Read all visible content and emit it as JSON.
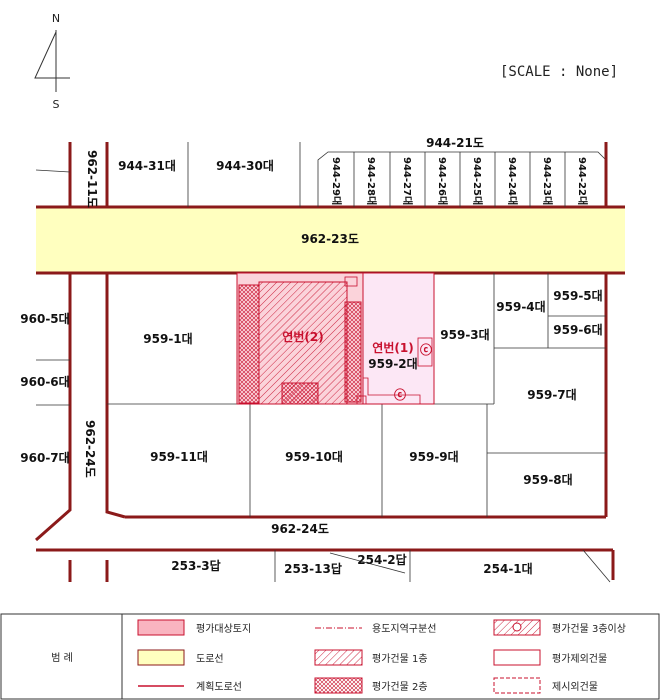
{
  "compass": {
    "north": "N",
    "south": "S"
  },
  "scale_text": "[SCALE : None]",
  "roads": {
    "top_road": "944-21도",
    "main_road": "962-23도",
    "left_top_road": "962-11도",
    "left_mid_road": "962-24도",
    "bottom_road": "962-24도"
  },
  "parcels": {
    "p944_31": "944-31대",
    "p944_30": "944-30대",
    "p944_29": "944-29대",
    "p944_28": "944-28대",
    "p944_27": "944-27대",
    "p944_26": "944-26대",
    "p944_25": "944-25대",
    "p944_24": "944-24대",
    "p944_23": "944-23대",
    "p944_22": "944-22대",
    "p960_5": "960-5대",
    "p960_6": "960-6대",
    "p960_7": "960-7대",
    "p959_1": "959-1대",
    "p959_2": "959-2대",
    "p959_3": "959-3대",
    "p959_4": "959-4대",
    "p959_5": "959-5대",
    "p959_6": "959-6대",
    "p959_7": "959-7대",
    "p959_8": "959-8대",
    "p959_9": "959-9대",
    "p959_10": "959-10대",
    "p959_11": "959-11대",
    "p253_3": "253-3답",
    "p253_13": "253-13답",
    "p254_2": "254-2답",
    "p254_1": "254-1대"
  },
  "subject": {
    "label_2": "연번(2)",
    "label_1": "연번(1)",
    "marker": "ⓒ"
  },
  "legend": {
    "title": "범 례",
    "items": [
      "평가대상토지",
      "도로선",
      "계획도로선",
      "용도지역구분선",
      "평가건물 1층",
      "평가건물 2층",
      "평가건물 3층이상",
      "평가제외건물",
      "제시외건물"
    ]
  },
  "colors": {
    "road_fill": "#ffffbf",
    "road_line": "#8b1a1a",
    "subject_land": "#f9b4c0",
    "subject_land_pale": "#fce7f5",
    "hatch": "#c8102e"
  }
}
